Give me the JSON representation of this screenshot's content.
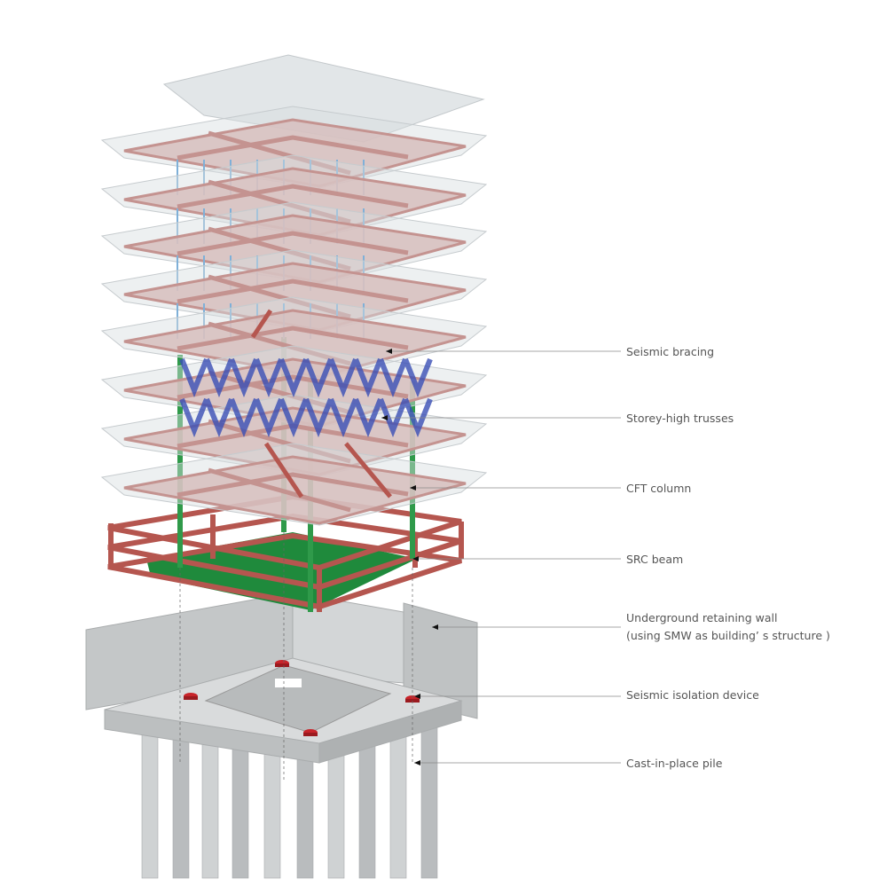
{
  "diagram": {
    "labels": [
      {
        "id": "seismic-bracing",
        "text": "Seismic bracing"
      },
      {
        "id": "storey-high-trusses",
        "text": "Storey-high trusses"
      },
      {
        "id": "cft-column",
        "text": "CFT column"
      },
      {
        "id": "src-beam",
        "text": "SRC beam"
      },
      {
        "id": "retaining-wall",
        "text": "Underground retaining wall",
        "text2": "(using SMW as building’ s structure )"
      },
      {
        "id": "seismic-isolation-device",
        "text": "Seismic isolation device"
      },
      {
        "id": "cast-in-place-pile",
        "text": "Cast-in-place pile"
      }
    ],
    "colors": {
      "steel_frame": "#b5564f",
      "cft_column": "#2f9a4a",
      "truss": "#3a4fb5",
      "glass": "#d8dde0",
      "concrete": "#c9cccd",
      "isolator": "#c8242a",
      "leader": "#8a8a8a"
    }
  }
}
